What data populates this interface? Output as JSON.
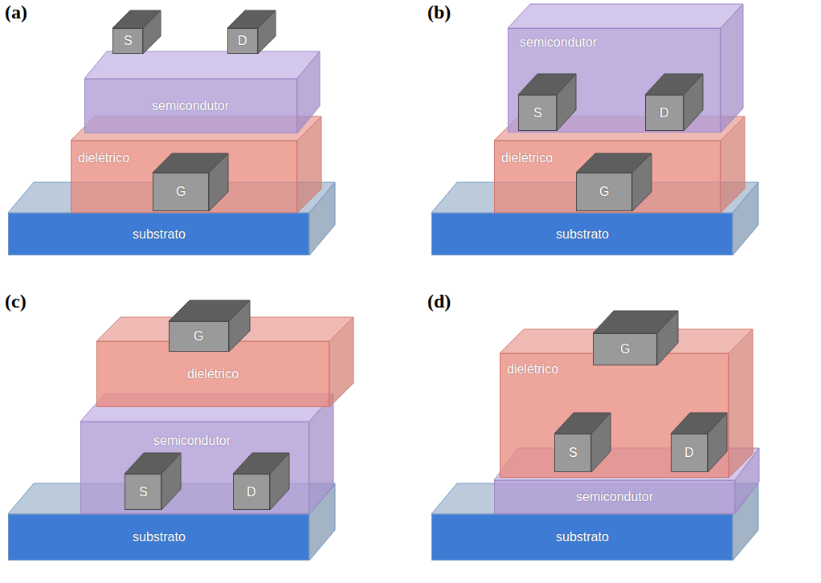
{
  "diagram": {
    "nodes": [
      {
        "text": [
          "substrato"
        ]
      },
      {
        "text": [
          "dielétrico"
        ]
      },
      {
        "text": [
          "G"
        ],
        "in": 1
      },
      {
        "text": [
          "semicondutor"
        ]
      },
      {
        "text": [
          "S"
        ]
      },
      {
        "text": [
          "D"
        ]
      },
      {
        "text": [
          "substrato"
        ]
      },
      {
        "text": [
          "dielétrico"
        ]
      },
      {
        "text": [
          "G"
        ],
        "in": 7
      },
      {
        "text": [
          "semicondutor"
        ]
      },
      {
        "text": [
          "S"
        ],
        "in": 9
      },
      {
        "text": [
          "D"
        ],
        "in": 9
      },
      {
        "text": [
          "substrato"
        ]
      },
      {
        "text": [
          "semicondutor"
        ]
      },
      {
        "text": [
          "S"
        ],
        "in": 13
      },
      {
        "text": [
          "D"
        ],
        "in": 13
      },
      {
        "text": [
          "dielétrico"
        ]
      },
      {
        "text": [
          "G"
        ]
      },
      {
        "text": [
          "substrato"
        ]
      },
      {
        "text": [
          "semicondutor"
        ]
      },
      {
        "text": [
          "dielétrico"
        ]
      },
      {
        "text": [
          "S"
        ],
        "in": 20
      },
      {
        "text": [
          "D"
        ],
        "in": 20
      },
      {
        "text": [
          "G"
        ]
      }
    ],
    "labels": [
      "(a)",
      "(b)",
      "(c)",
      "(d)"
    ]
  }
}
